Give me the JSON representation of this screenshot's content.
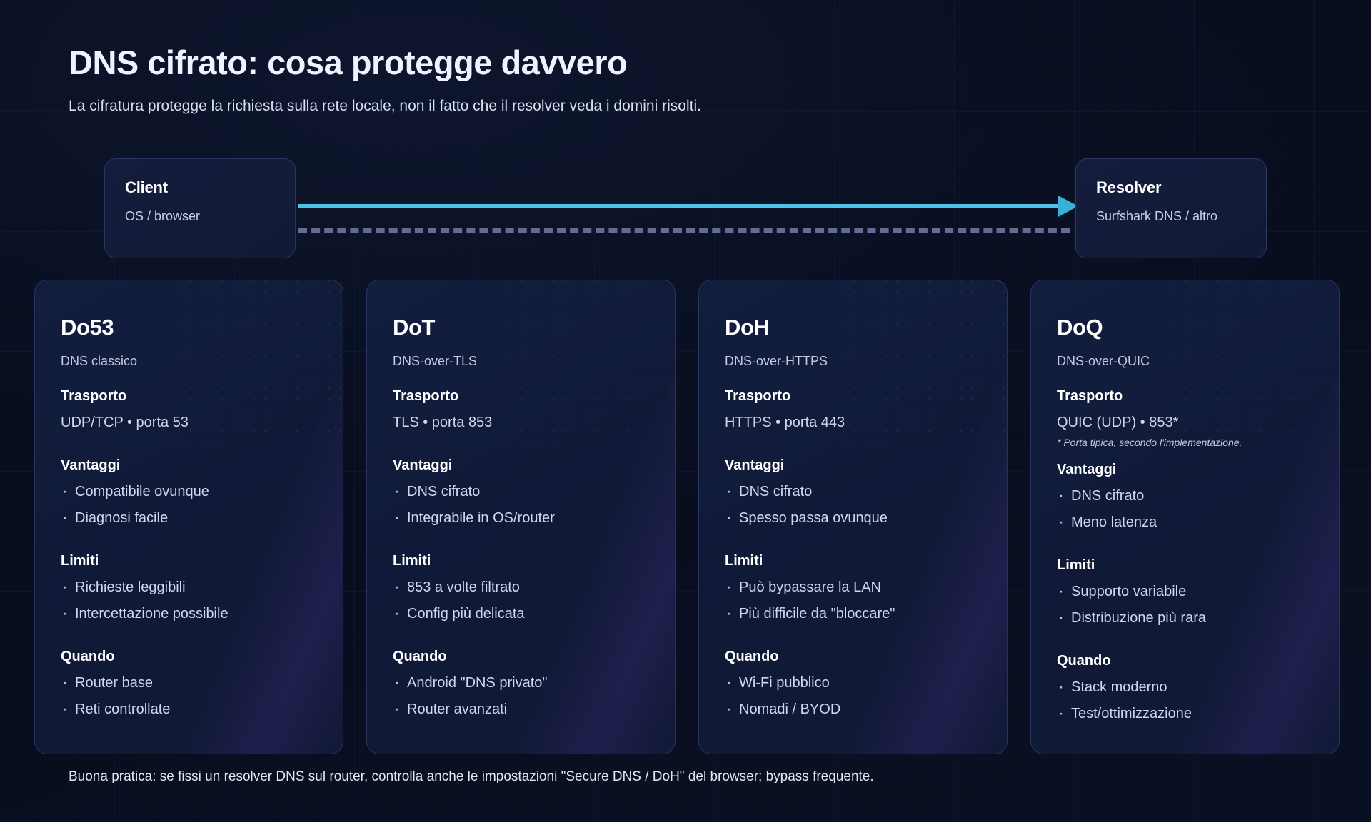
{
  "header": {
    "title": "DNS cifrato: cosa protegge davvero",
    "subtitle": "La cifratura protegge la richiesta sulla rete locale, non il fatto che il resolver veda i domini risolti."
  },
  "flow": {
    "client": {
      "title": "Client",
      "subtitle": "OS / browser"
    },
    "resolver": {
      "title": "Resolver",
      "subtitle": "Surfshark DNS / altro"
    },
    "arrow_forward_color": "#4cc3e8",
    "arrow_return_color": "#656c92"
  },
  "labels": {
    "trasporto": "Trasporto",
    "vantaggi": "Vantaggi",
    "limiti": "Limiti",
    "quando": "Quando"
  },
  "cards": [
    {
      "title": "Do53",
      "subtitle": "DNS classico",
      "trasporto": "UDP/TCP • porta 53",
      "note": "",
      "vantaggi": [
        "Compatibile ovunque",
        "Diagnosi facile"
      ],
      "limiti": [
        "Richieste leggibili",
        "Intercettazione possibile"
      ],
      "quando": [
        "Router base",
        "Reti controllate"
      ]
    },
    {
      "title": "DoT",
      "subtitle": "DNS-over-TLS",
      "trasporto": "TLS • porta 853",
      "note": "",
      "vantaggi": [
        "DNS cifrato",
        "Integrabile in OS/router"
      ],
      "limiti": [
        "853 a volte filtrato",
        "Config più delicata"
      ],
      "quando": [
        "Android \"DNS privato\"",
        "Router avanzati"
      ]
    },
    {
      "title": "DoH",
      "subtitle": "DNS-over-HTTPS",
      "trasporto": "HTTPS • porta 443",
      "note": "",
      "vantaggi": [
        "DNS cifrato",
        "Spesso passa ovunque"
      ],
      "limiti": [
        "Può bypassare la LAN",
        "Più difficile da \"bloccare\""
      ],
      "quando": [
        "Wi-Fi pubblico",
        "Nomadi / BYOD"
      ]
    },
    {
      "title": "DoQ",
      "subtitle": "DNS-over-QUIC",
      "trasporto": "QUIC (UDP) • 853*",
      "note": "* Porta tipica, secondo l'implementazione.",
      "vantaggi": [
        "DNS cifrato",
        "Meno latenza"
      ],
      "limiti": [
        "Supporto variabile",
        "Distribuzione più rara"
      ],
      "quando": [
        "Stack moderno",
        "Test/ottimizzazione"
      ]
    }
  ],
  "footer": {
    "text": "Buona pratica: se fissi un resolver DNS sul router, controlla anche le impostazioni \"Secure DNS / DoH\" del browser; bypass frequente."
  }
}
